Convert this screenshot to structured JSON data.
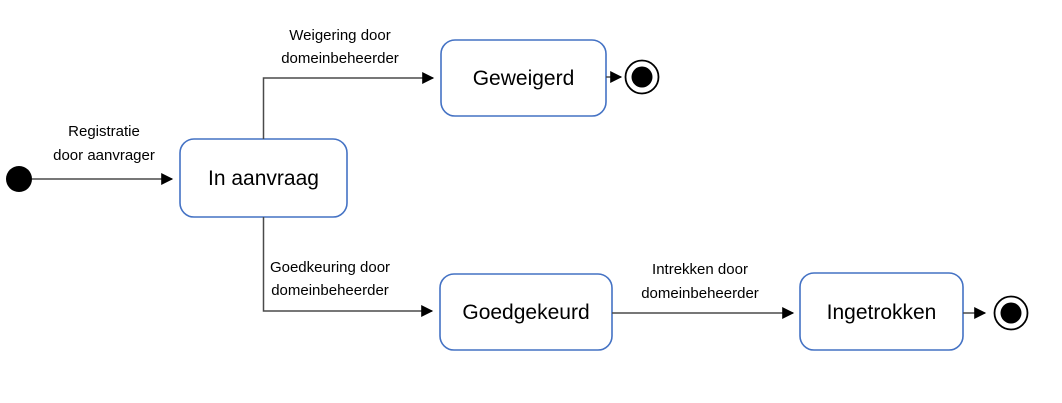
{
  "diagram": {
    "kind": "uml-state-diagram",
    "language": "nl",
    "colors": {
      "state-border": "#4472C4",
      "connector": "#4a4a4a",
      "arrow": "#000000",
      "text": "#000000"
    },
    "states": {
      "in_aanvraag": {
        "label": "In aanvraag"
      },
      "geweigerd": {
        "label": "Geweigerd"
      },
      "goedgekeurd": {
        "label": "Goedgekeurd"
      },
      "ingetrokken": {
        "label": "Ingetrokken"
      }
    },
    "transitions": {
      "registratie": {
        "line1": "Registratie",
        "line2": "door aanvrager",
        "from": "initial",
        "to": "In aanvraag"
      },
      "weigering": {
        "line1": "Weigering door",
        "line2": "domeinbeheerder",
        "from": "In aanvraag",
        "to": "Geweigerd"
      },
      "goedkeuring": {
        "line1": "Goedkeuring door",
        "line2": "domeinbeheerder",
        "from": "In aanvraag",
        "to": "Goedgekeurd"
      },
      "intrekken": {
        "line1": "Intrekken door",
        "line2": "domeinbeheerder",
        "from": "Goedgekeurd",
        "to": "Ingetrokken"
      }
    }
  }
}
